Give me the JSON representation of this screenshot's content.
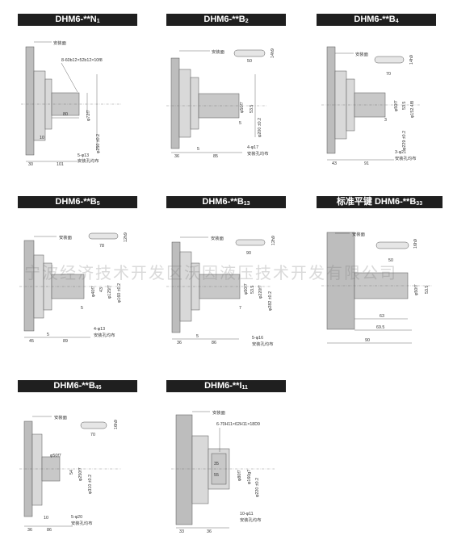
{
  "common": {
    "mount_face": "安装面",
    "holes": "安装孔均布"
  },
  "p1": {
    "title_main": "DHM6-**N",
    "title_sub": "1",
    "spline": "8-60b12×52b12×10f8",
    "d1": "φ72f7",
    "d2": "φ250 ±0.2",
    "len80": "80",
    "n10": "10",
    "holes": "5-φ13",
    "n30": "30",
    "n101": "101"
  },
  "p2": {
    "title_main": "DHM6-**B",
    "title_sub": "2",
    "key": "14h9",
    "n50": "50",
    "d1": "φ50f7",
    "n535": "53.5",
    "d2": "φ200 ±0.2",
    "n5": "5",
    "holes": "4-φ17",
    "n36": "36",
    "n5b": "5",
    "n85": "85"
  },
  "p3": {
    "title_main": "DHM6-**B",
    "title_sub": "4",
    "key": "14h9",
    "n70": "70",
    "d1": "φ50f7",
    "n535": "53.5",
    "d3": "φ152.4f8",
    "n3": "3",
    "d2": "φ229 ±0.2",
    "holes": "3-φ21",
    "n43": "43",
    "n91": "91"
  },
  "p4": {
    "title_main": "DHM6-**B",
    "title_sub": "5",
    "key": "12h9",
    "n78": "78",
    "d1": "φ40f7",
    "n43": "43",
    "d3": "φ125f7",
    "n5": "5",
    "d2": "φ160 ±0.2",
    "holes": "4-φ13",
    "n45": "45",
    "n5b": "5",
    "n89": "89"
  },
  "p5": {
    "title_main": "DHM6-**B",
    "title_sub": "13",
    "key": "12h9",
    "n90": "90",
    "d1": "φ50f7",
    "n535": "53.5",
    "d3": "φ220f7",
    "d2": "φ282 ±0.2",
    "n7": "7",
    "holes": "5-φ16",
    "n36": "36",
    "n5": "5",
    "n86": "86"
  },
  "p6": {
    "title_main": "标准平键 DHM6-**B",
    "title_sub": "33",
    "key": "16h9",
    "n50": "50",
    "d1": "φ50f7",
    "n535": "53.5",
    "n63": "63",
    "n695": "69.5",
    "n90": "90"
  },
  "p7": {
    "title_main": "DHM6-**B",
    "title_sub": "45",
    "key": "16h9",
    "n70": "70",
    "d1": "φ50f7",
    "n54": "54",
    "d3": "φ250f7",
    "d2": "φ310 ±0.2",
    "n10": "10",
    "holes": "5-φ20",
    "n36": "36",
    "n86": "86"
  },
  "p8": {
    "title_main": "DHM6-**I",
    "title_sub": "11",
    "spline": "6-70H11×62H11×18D9",
    "n35": "35",
    "n55": "55",
    "d1": "φ80f7",
    "d3": "φ160g7",
    "d2": "φ220 ±0.2",
    "holes": "10-φ11",
    "n33": "33",
    "n36": "36"
  },
  "watermark": "宁波经济技术开发区沃因液压技术开发有限公司"
}
